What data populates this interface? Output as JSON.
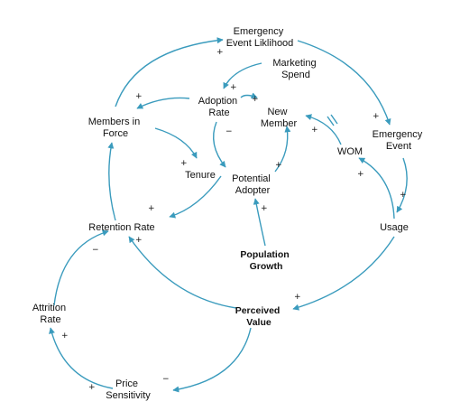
{
  "colors": {
    "arrow": "#3a9bbd",
    "text": "#111111",
    "background": "#ffffff"
  },
  "nodes": {
    "emergency_event_likelihood": [
      "Emergency",
      "Event Liklihood"
    ],
    "marketing_spend": [
      "Marketing",
      "Spend"
    ],
    "adoption_rate": [
      "Adoption",
      "Rate"
    ],
    "new_member": [
      "New",
      "Member"
    ],
    "emergency_event": [
      "Emergency",
      "Event"
    ],
    "members_in_force": [
      "Members in",
      "Force"
    ],
    "wom": [
      "WOM"
    ],
    "tenure": [
      "Tenure"
    ],
    "potential_adopter": [
      "Potential",
      "Adopter"
    ],
    "usage": [
      "Usage"
    ],
    "retention_rate": [
      "Retention Rate"
    ],
    "population_growth": [
      "Population",
      "Growth"
    ],
    "perceived_value": [
      "Perceived",
      "Value"
    ],
    "attrition_rate": [
      "Attrition",
      "Rate"
    ],
    "price_sensitivity": [
      "Price",
      "Sensitivity"
    ]
  },
  "polarities": {
    "members_to_likelihood": "+",
    "likelihood_to_event": "+",
    "marketing_to_adoption": "+",
    "adoption_to_members": "+",
    "adoption_to_new_member": "+",
    "wom_to_new_member": "+",
    "adoption_to_potential": "−",
    "members_to_tenure": "+",
    "potential_to_new_member": "+",
    "tenure_to_retention": "+",
    "retention_to_members": "+",
    "population_to_potential": "+",
    "usage_to_wom": "+",
    "event_to_usage": "+",
    "usage_to_perceived": "+",
    "perceived_to_retention": "−",
    "attrition_to_retention": "−",
    "perceived_to_price": "+",
    "price_to_attrition": "+"
  }
}
